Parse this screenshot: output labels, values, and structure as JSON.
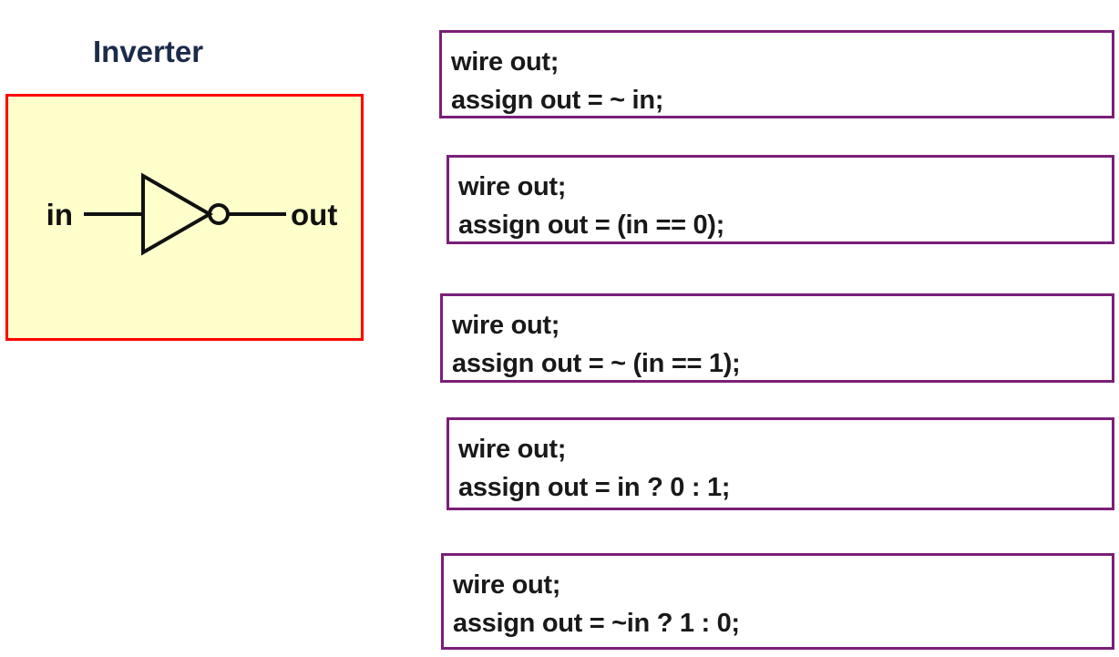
{
  "title": "Inverter",
  "colors": {
    "title_text": "#1c2b4a",
    "panel_fill": "#ffffcc",
    "panel_border": "#fe0000",
    "code_border": "#7a1f78",
    "code_text": "#191919",
    "gate_stroke": "#111111"
  },
  "gate": {
    "input_label": "in",
    "output_label": "out"
  },
  "code_boxes": [
    {
      "lines": [
        "wire out;",
        "assign out = ~ in;"
      ]
    },
    {
      "lines": [
        "wire out;",
        "assign out = (in == 0);"
      ]
    },
    {
      "lines": [
        "wire out;",
        "assign out = ~ (in == 1);"
      ]
    },
    {
      "lines": [
        "wire out;",
        "assign out = in ? 0 : 1;"
      ]
    },
    {
      "lines": [
        "wire out;",
        "assign out = ~in ? 1 : 0;"
      ]
    }
  ]
}
